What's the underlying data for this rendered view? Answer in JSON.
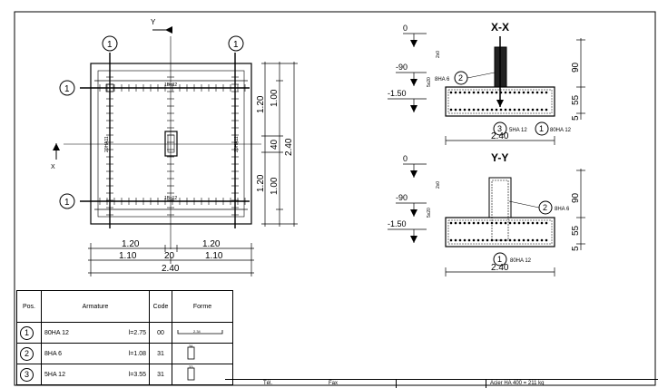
{
  "plan": {
    "axis_label": "Y",
    "axis_label_x": "X",
    "bar_label_top": "1Bc12",
    "bar_label_bottom": "1Bc12",
    "bar_label_side_left": "20HA11",
    "bar_label_side_right": "20HA11",
    "markers": [
      "1",
      "1",
      "1",
      "1"
    ],
    "dim_right": [
      "1.20",
      "40",
      "1.20",
      "1.00",
      "1.00",
      "2.40"
    ],
    "dim_bottom": [
      "1.20",
      "20",
      "1.20",
      "1.10",
      "1.10",
      "2.40"
    ]
  },
  "section_xx": {
    "title": "X-X",
    "levels": [
      "0",
      "-90",
      "-1.50"
    ],
    "labels": [
      "2x0",
      "5x20",
      "8HA 6",
      "5HA 12",
      "80HA 12"
    ],
    "markers": [
      "2",
      "3",
      "1"
    ],
    "dims": [
      "90",
      "55",
      "5",
      "2.40"
    ]
  },
  "section_yy": {
    "title": "Y-Y",
    "levels": [
      "0",
      "-90",
      "-1.50"
    ],
    "labels": [
      "2x0",
      "5x20",
      "8HA 6",
      "80HA 12"
    ],
    "markers": [
      "2",
      "1"
    ],
    "dims": [
      "90",
      "55",
      "5",
      "2.40"
    ]
  },
  "table": {
    "headers": [
      "Pos.",
      "Armature",
      "Code",
      "Forme"
    ],
    "rows": [
      {
        "pos": "1",
        "name": "80HA 12",
        "length": "l=2.75",
        "code": "00",
        "shape": "2.34"
      },
      {
        "pos": "2",
        "name": "8HA 6",
        "length": "l=1.08",
        "code": "31",
        "shape": "34"
      },
      {
        "pos": "3",
        "name": "5HA 12",
        "length": "l=3.55",
        "code": "31",
        "shape": "33"
      }
    ]
  },
  "titleblock": {
    "tel": "Tél.",
    "fax": "Fax",
    "steel": "Acier HA 400 = 211 kg"
  }
}
